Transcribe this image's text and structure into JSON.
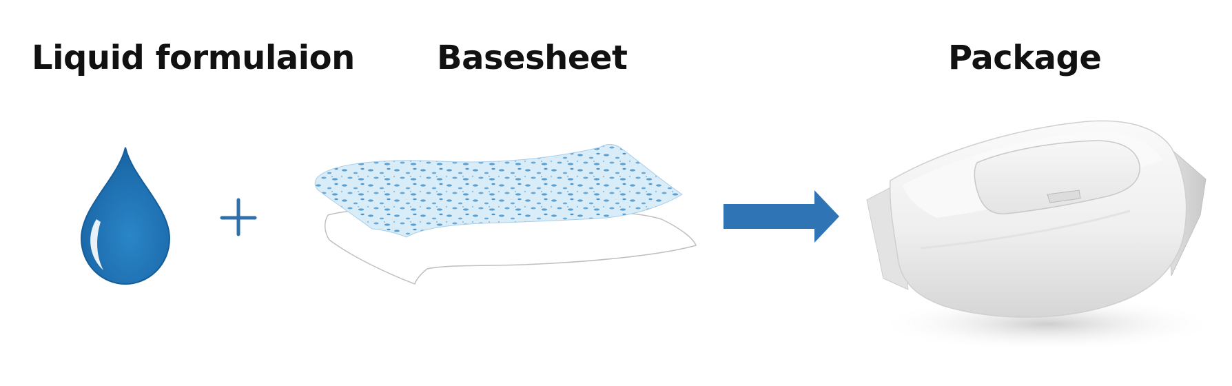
{
  "labels": {
    "liquid": "Liquid formulaion",
    "basesheet": "Basesheet",
    "package": "Package"
  },
  "icons": {
    "drop": "water-drop-icon",
    "plus": "plus-icon",
    "sheet": "wet-wipe-sheet",
    "arrow": "right-arrow-icon",
    "pack": "wipes-package"
  },
  "colors": {
    "drop_blue": "#1f73b3",
    "arrow_blue": "#2f74b5",
    "sheet_blue": "#d8ecf8",
    "sheet_fleck": "#5a9fd0",
    "package_white": "#f2f2f2"
  }
}
